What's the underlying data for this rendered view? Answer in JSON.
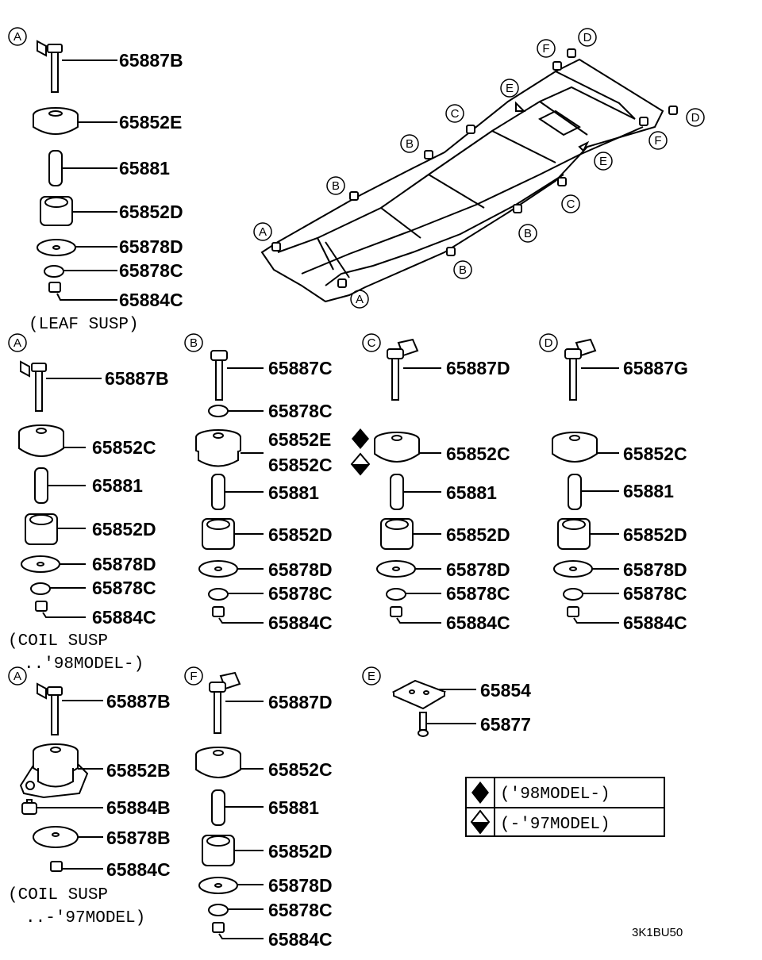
{
  "sections": {
    "top_a": {
      "marker": "A",
      "parts": [
        "65887B",
        "65852E",
        "65881",
        "65852D",
        "65878D",
        "65878C",
        "65884C"
      ],
      "caption": "(LEAF SUSP)"
    },
    "mid_a": {
      "marker": "A",
      "parts": [
        "65887B",
        "65852C",
        "65881",
        "65852D",
        "65878D",
        "65878C",
        "65884C"
      ],
      "caption1": "(COIL SUSP",
      "caption2": "..'98MODEL-)"
    },
    "mid_b": {
      "marker": "B",
      "parts": [
        "65887C",
        "65878C",
        "65852E",
        "65852C",
        "65881",
        "65852D",
        "65878D",
        "65878C",
        "65884C"
      ]
    },
    "mid_c": {
      "marker": "C",
      "parts": [
        "65887D",
        "65852C",
        "65881",
        "65852D",
        "65878D",
        "65878C",
        "65884C"
      ]
    },
    "mid_d": {
      "marker": "D",
      "parts": [
        "65887G",
        "65852C",
        "65881",
        "65852D",
        "65878D",
        "65878C",
        "65884C"
      ]
    },
    "bot_a": {
      "marker": "A",
      "parts": [
        "65887B",
        "65852B",
        "65884B",
        "65878B",
        "65884C"
      ],
      "caption1": "(COIL SUSP",
      "caption2": "..-'97MODEL)"
    },
    "bot_f": {
      "marker": "F",
      "parts": [
        "65887D",
        "65852C",
        "65881",
        "65852D",
        "65878D",
        "65878C",
        "65884C"
      ]
    },
    "bot_e": {
      "marker": "E",
      "parts": [
        "65854",
        "65877"
      ]
    }
  },
  "frame_markers": [
    "D",
    "F",
    "E",
    "C",
    "B",
    "B",
    "A",
    "A",
    "D",
    "F",
    "E",
    "C",
    "B",
    "B"
  ],
  "legend": {
    "solid": "('98MODEL-)",
    "open": "(-'97MODEL)"
  },
  "ref_code": "3K1BU50"
}
